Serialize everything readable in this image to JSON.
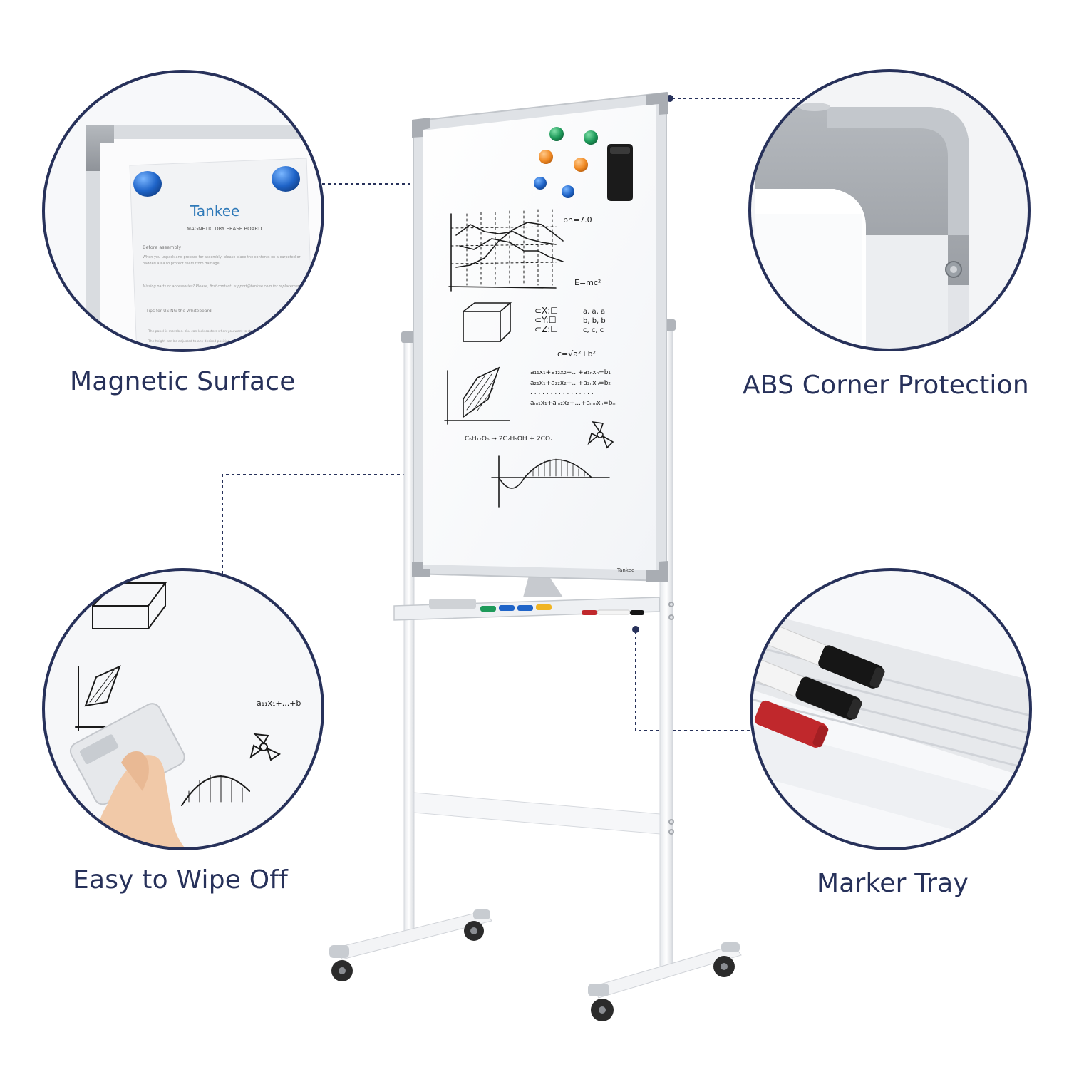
{
  "callouts": {
    "magnetic_surface": "Magnetic Surface",
    "abs_corner_protection": "ABS Corner Protection",
    "easy_to_wipe_off": "Easy to Wipe Off",
    "marker_tray": "Marker Tray"
  },
  "brand": {
    "logo_text": "Tankee"
  },
  "magnetic_detail": {
    "logo_text": "Tankee",
    "sheet_title": "MAGNETIC DRY ERASE BOARD",
    "section_before": "Before assembly",
    "body_line_1": "When you unpack and prepare for assembly, please place the contents on a carpeted or",
    "body_line_2": "padded area to protect them from damage.",
    "missing_parts": "Missing parts or accessories? Please, first contact: support@tankee.com for replacement",
    "section_tips": "Tips for USING the Whiteboard",
    "tip_1": "The panel is movable. You can lock casters when you want to stop it",
    "tip_2": "The height can be adjusted to any desired position"
  },
  "board_writing": {
    "ph": "ph=7.0",
    "emc": "E=mc²",
    "c_formula": "c=√a²+b²",
    "chem": "C₆H₁₂O₆ → 2C₂H₅OH + 2CO₂"
  },
  "colors": {
    "caption": "#27315a",
    "circle_border": "#27315a",
    "magnet_green": "#1e9a5a",
    "magnet_orange": "#f08a24",
    "magnet_blue": "#1f64c8",
    "frame_silver": "#c9ccd1",
    "corner_gray": "#9ea3a9",
    "marker_red": "#c0282c",
    "marker_black": "#161616"
  }
}
